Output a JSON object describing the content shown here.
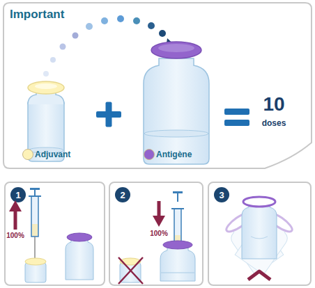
{
  "diagram": {
    "title": "Important",
    "labels": [
      "10",
      "doses",
      "1",
      "100%",
      "2",
      "100%",
      "3"
    ],
    "legend": [
      {
        "text": "Adjuvant",
        "color": "#fdf2b8"
      },
      {
        "text": "Antigène",
        "color": "#9364cc"
      }
    ]
  }
}
